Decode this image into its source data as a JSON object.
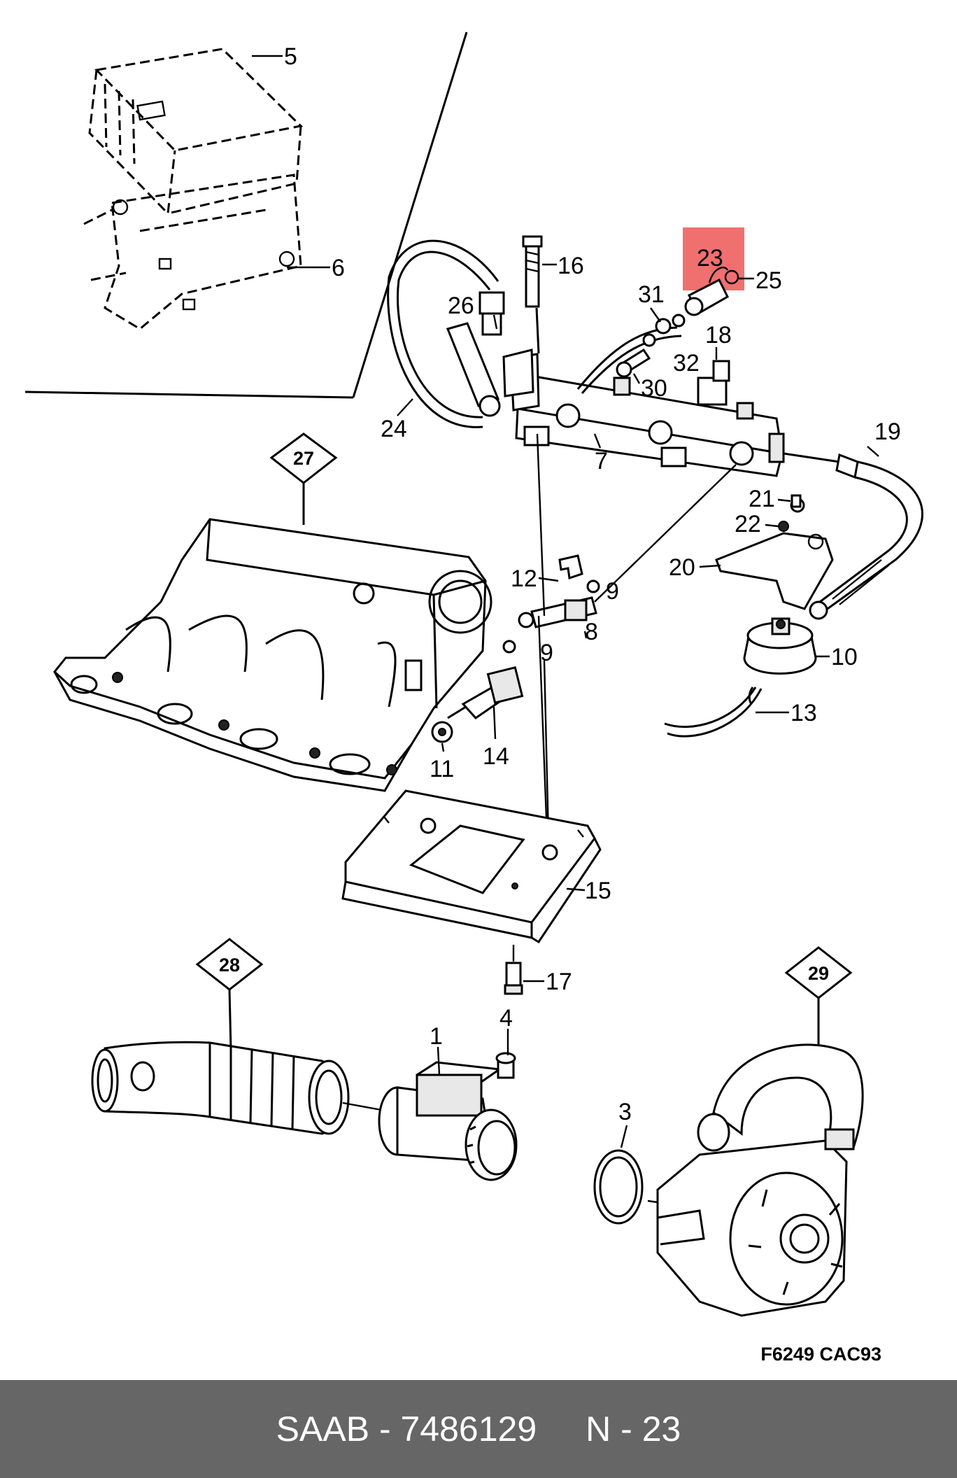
{
  "highlight_color": "#f07070",
  "callouts": {
    "c1": "1",
    "c3": "3",
    "c4": "4",
    "c5": "5",
    "c6": "6",
    "c7": "7",
    "c8": "8",
    "c9a": "9",
    "c9b": "9",
    "c10": "10",
    "c11": "11",
    "c12": "12",
    "c13": "13",
    "c14": "14",
    "c15": "15",
    "c16": "16",
    "c17": "17",
    "c18": "18",
    "c19": "19",
    "c20": "20",
    "c21": "21",
    "c22": "22",
    "c23": "23",
    "c24": "24",
    "c25": "25",
    "c26": "26",
    "c30": "30",
    "c31": "31",
    "c32": "32"
  },
  "group_refs": {
    "g27": "27",
    "g28": "28",
    "g29": "29"
  },
  "figure_code": "F6249 CAC93",
  "footer": {
    "brand_part": "SAAB - 7486129",
    "position": "N - 23"
  }
}
